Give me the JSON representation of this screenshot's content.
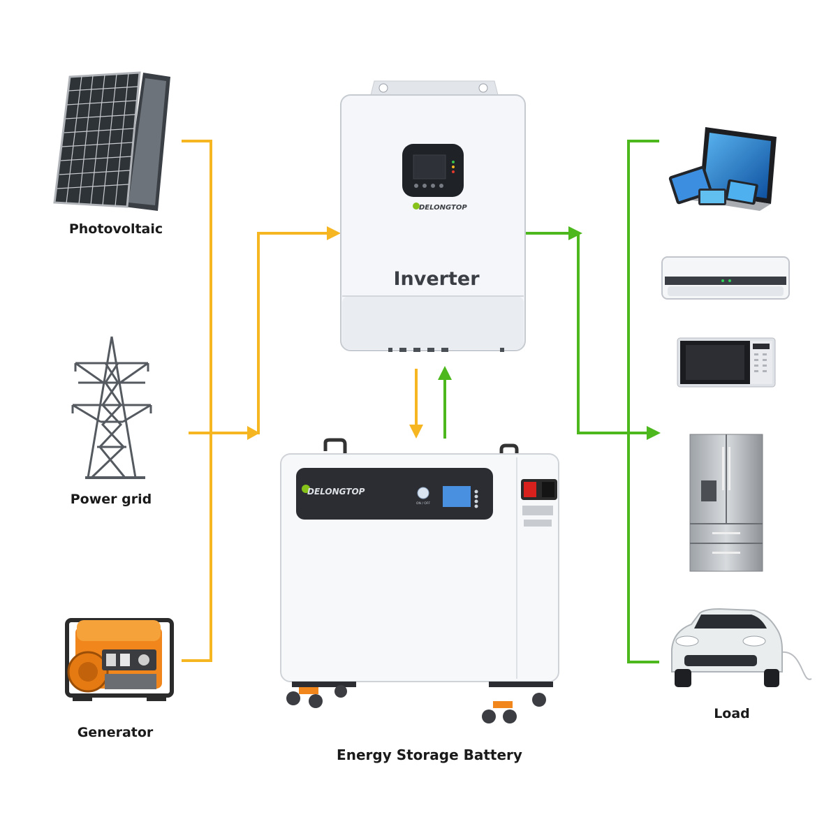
{
  "labels": {
    "photovoltaic": "Photovoltaic",
    "power_grid": "Power grid",
    "generator": "Generator",
    "inverter": "Inverter",
    "battery": "Energy Storage Battery",
    "load": "Load"
  },
  "brand": {
    "inverter_logo": "DELONGTOP",
    "battery_logo": "DELONGTOP",
    "battery_switch": "ON / OFF"
  },
  "colors": {
    "input_flow": "#f5b622",
    "output_flow": "#4db81d",
    "device_body": "#f4f6f9",
    "panel_dark": "#2b2d33"
  },
  "icons": {
    "solar": "solar-panel-icon",
    "grid": "transmission-tower-icon",
    "generator": "generator-icon",
    "laptop": "laptop-icon",
    "ac": "air-conditioner-icon",
    "microwave": "microwave-icon",
    "fridge": "refrigerator-icon",
    "car": "electric-car-icon"
  }
}
